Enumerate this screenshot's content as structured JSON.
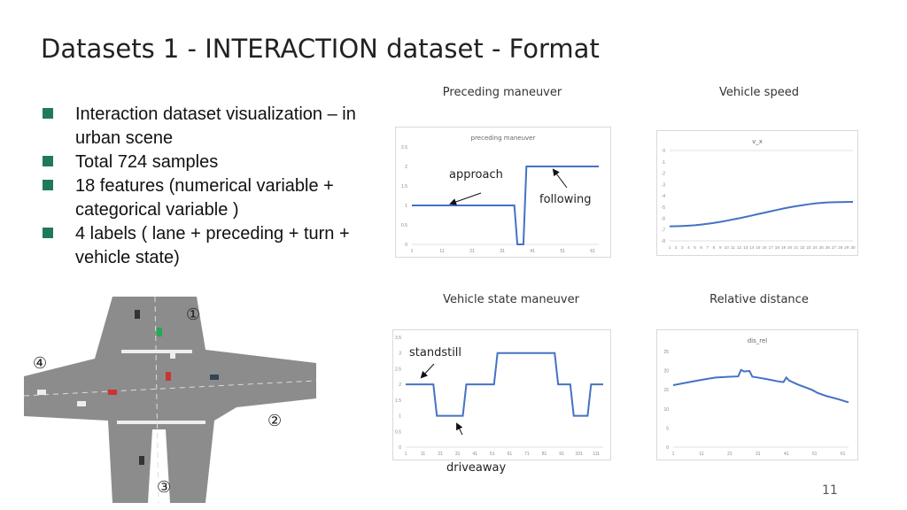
{
  "slide": {
    "title": "Datasets 1 - INTERACTION dataset - Format",
    "page_number": "11",
    "bullets": [
      "Interaction dataset visualization – in urban scene",
      "Total 724 samples",
      "18 features (numerical variable + categorical variable )",
      "4 labels ( lane + preceding + turn + vehicle state)"
    ],
    "intersection_labels": [
      "①",
      "②",
      "③",
      "④"
    ],
    "colors": {
      "accent": "#1e7a5a",
      "line": "#4472c4"
    }
  },
  "chart_data": [
    {
      "type": "line",
      "heading": "Preceding maneuver",
      "title": "preceding maneuver",
      "ylim": [
        0,
        2.5
      ],
      "yticks": [
        "0",
        "0.5",
        "1",
        "1.5",
        "2",
        "2.5"
      ],
      "xlim": [
        1,
        63
      ],
      "xticks": [
        "1",
        "11",
        "21",
        "31",
        "41",
        "51",
        "61"
      ],
      "x": [
        1,
        35,
        36,
        38,
        39,
        63
      ],
      "y": [
        1,
        1,
        0,
        0,
        2,
        2
      ],
      "annotations": [
        "approach",
        "following"
      ]
    },
    {
      "type": "line",
      "heading": "Vehicle speed",
      "title": "v_x",
      "ylim": [
        -8,
        0
      ],
      "yticks": [
        "-8",
        "-7",
        "-6",
        "-5",
        "-4",
        "-3",
        "-2",
        "-1",
        "0"
      ],
      "xlim": [
        1,
        30
      ],
      "xticks": [
        "1",
        "2",
        "3",
        "4",
        "5",
        "6",
        "7",
        "8",
        "9",
        "10",
        "11",
        "12",
        "13",
        "14",
        "15",
        "16",
        "17",
        "18",
        "19",
        "20",
        "21",
        "22",
        "23",
        "24",
        "25",
        "26",
        "27",
        "28",
        "29",
        "30"
      ],
      "x": [
        1,
        2,
        3,
        4,
        5,
        6,
        7,
        8,
        9,
        10,
        11,
        12,
        13,
        14,
        15,
        16,
        17,
        18,
        19,
        20,
        21,
        22,
        23,
        24,
        25,
        26,
        27,
        28,
        29,
        30
      ],
      "y": [
        -6.72,
        -6.71,
        -6.69,
        -6.66,
        -6.62,
        -6.56,
        -6.49,
        -6.41,
        -6.32,
        -6.22,
        -6.11,
        -6.0,
        -5.88,
        -5.76,
        -5.63,
        -5.51,
        -5.38,
        -5.26,
        -5.14,
        -5.03,
        -4.93,
        -4.84,
        -4.76,
        -4.69,
        -4.64,
        -4.6,
        -4.58,
        -4.57,
        -4.56,
        -4.55
      ],
      "annotations": []
    },
    {
      "type": "line",
      "heading": "Vehicle state maneuver",
      "title": "",
      "ylim": [
        0,
        3.5
      ],
      "yticks": [
        "0",
        "0.5",
        "1",
        "1.5",
        "2",
        "2.5",
        "3",
        "3.5"
      ],
      "xlim": [
        1,
        115
      ],
      "xticks": [
        "1",
        "11",
        "21",
        "31",
        "41",
        "51",
        "61",
        "71",
        "81",
        "91",
        "101",
        "111"
      ],
      "x": [
        1,
        17,
        19,
        34,
        36,
        52,
        54,
        87,
        89,
        96,
        98,
        106,
        108,
        115
      ],
      "y": [
        2,
        2,
        1,
        1,
        2,
        2,
        3,
        3,
        2,
        2,
        1,
        1,
        2,
        2
      ],
      "annotations": [
        "standstill",
        "driveaway"
      ]
    },
    {
      "type": "line",
      "heading": "Relative distance",
      "title": "dis_rel",
      "ylim": [
        0,
        25
      ],
      "yticks": [
        "0",
        "5",
        "10",
        "15",
        "20",
        "25"
      ],
      "xlim": [
        1,
        63
      ],
      "xticks": [
        "1",
        "11",
        "21",
        "31",
        "41",
        "51",
        "61"
      ],
      "x": [
        1,
        6,
        11,
        16,
        21,
        24,
        25,
        26,
        28,
        29,
        30,
        34,
        38,
        40,
        41,
        42,
        45,
        50,
        52,
        55,
        60,
        63
      ],
      "y": [
        16.2,
        16.9,
        17.6,
        18.2,
        18.4,
        18.5,
        20.2,
        19.8,
        19.9,
        18.4,
        18.3,
        17.8,
        17.2,
        17.0,
        18.2,
        17.4,
        16.4,
        15.0,
        14.2,
        13.4,
        12.4,
        11.7
      ],
      "annotations": []
    }
  ]
}
